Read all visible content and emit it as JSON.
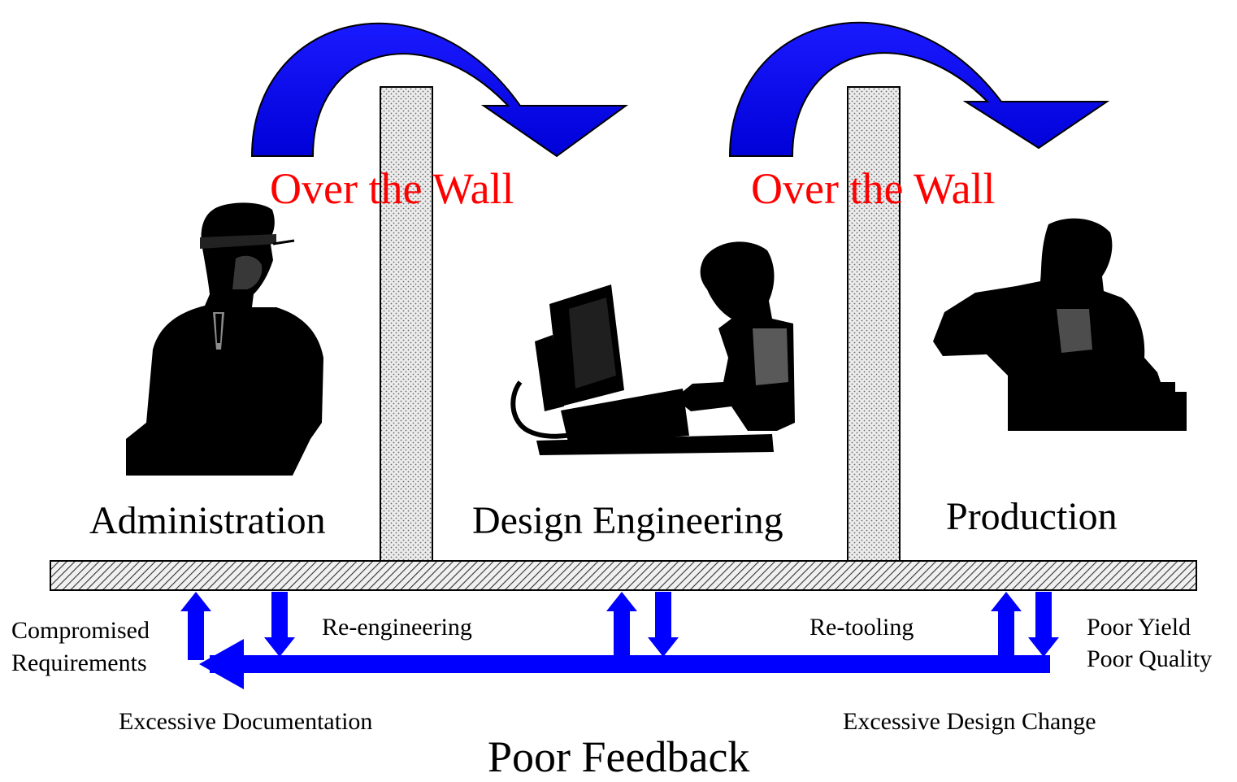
{
  "diagram": {
    "colors": {
      "arrow_blue": "#0000ff",
      "wall_text_red": "#ff0000",
      "wall_fill": "#e6e6e6",
      "silhouette": "#000000"
    },
    "wall_labels": [
      "Over the Wall",
      "Over the Wall"
    ],
    "departments": {
      "administration": "Administration",
      "design_engineering": "Design Engineering",
      "production": "Production"
    },
    "feedback": {
      "compromised_line1": "Compromised",
      "compromised_line2": "Requirements",
      "reengineering": "Re-engineering",
      "retooling": "Re-tooling",
      "poor_yield": "Poor Yield",
      "poor_quality": "Poor Quality",
      "excessive_documentation": "Excessive Documentation",
      "excessive_design_change": "Excessive Design Change",
      "title": "Poor Feedback"
    },
    "icons": [
      "businessman-on-phone-icon",
      "engineer-at-computer-icon",
      "craftsman-with-hammer-icon"
    ]
  }
}
